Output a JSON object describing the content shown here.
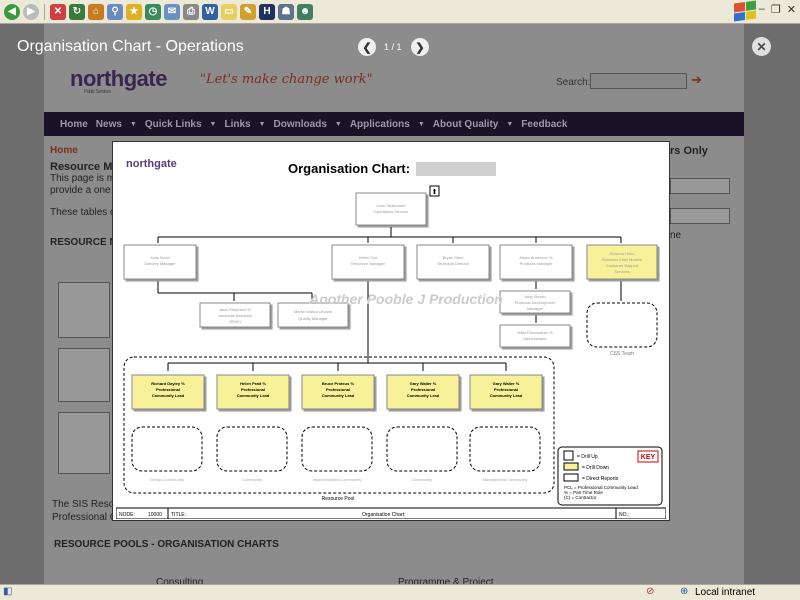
{
  "overlay": {
    "title": "Organisation Chart - Operations",
    "counter": "1 / 1"
  },
  "site": {
    "logo": "northgate",
    "logo_sub": "Public Services",
    "slogan": "\"Let's make change work\"",
    "search_label": "Search:",
    "nav": [
      "Home",
      "News",
      "Quick Links",
      "Links",
      "Downloads",
      "Applications",
      "About Quality",
      "Feedback"
    ],
    "breadcrumb": "Home",
    "section_heading": "Resource M",
    "intro_line1": "This page is m",
    "intro_line2": "provide a one s",
    "intro_line3": "These tables c",
    "resource_heading": "RESOURCE M",
    "footer_line1": "The SIS Resou",
    "footer_line2": "Professional C",
    "pools_heading": "RESOURCE POOLS - ORGANISATION CHARTS",
    "members_only": "rs Only",
    "bottom_left": "Consulting",
    "bottom_right": "Programme & Project",
    "side_fragment": "ne"
  },
  "chart": {
    "logo": "northgate",
    "title": "Organisation Chart:",
    "watermark": "Another Pooble J Production",
    "top_box": [
      "John Seabrooke",
      "Operations Director"
    ],
    "level2": [
      [
        "John Bond",
        "Delivery Manager"
      ],
      [
        "Helen Cox",
        "Resource Manager"
      ],
      [
        "Bryan Steel",
        "Technical Director"
      ],
      [
        "Adam Anderson %",
        "Products Manager"
      ],
      [
        "Stevens Holm",
        "Business Intell Models",
        "Customer Support",
        "Services"
      ]
    ],
    "under_delivery": [
      [
        "Jacki Shepherd %",
        "Accounts Assistant",
        "(PMU)"
      ],
      [
        "Martin Watson-Evans",
        "Quality Manager"
      ]
    ],
    "under_products": [
      [
        "Andy Brown",
        "Products Development",
        "Manager"
      ],
      [
        "Nikki Fairweather %",
        "Administrator"
      ]
    ],
    "team_label": "CSS Team",
    "leads": [
      [
        "Richard Dayley %",
        "Professional",
        "Community Lead"
      ],
      [
        "Helen Pratt %",
        "Professional",
        "Community Lead"
      ],
      [
        "Bruce Proteus %",
        "Professional",
        "Community Lead"
      ],
      [
        "Gary Waller %",
        "Professional",
        "Community Lead"
      ],
      [
        "Gary Waller %",
        "Professional",
        "Community Lead"
      ]
    ],
    "pool_labels": [
      "Design Community",
      "Community",
      "Implementation Community",
      "Community",
      "Management Community"
    ],
    "resource_pool": "Resource Pool",
    "key": {
      "title": "KEY",
      "items": [
        "= Drill Up",
        "= Drill Down",
        "= Direct Reports"
      ],
      "notes": [
        "PCL = Professional Community Lead",
        "% = Part Time Role",
        "(C) = Contractor"
      ]
    },
    "footer": {
      "node_label": "NODE:",
      "node_value": "10000",
      "title_label": "TITLE:",
      "title_value": "Organisation Chart:",
      "no_label": "NO.:"
    }
  },
  "status": {
    "zone": "Local intranet"
  },
  "colors": {
    "highlight": "#f7f29a",
    "nav": "#1a1226",
    "key_red": "#cc0000"
  }
}
